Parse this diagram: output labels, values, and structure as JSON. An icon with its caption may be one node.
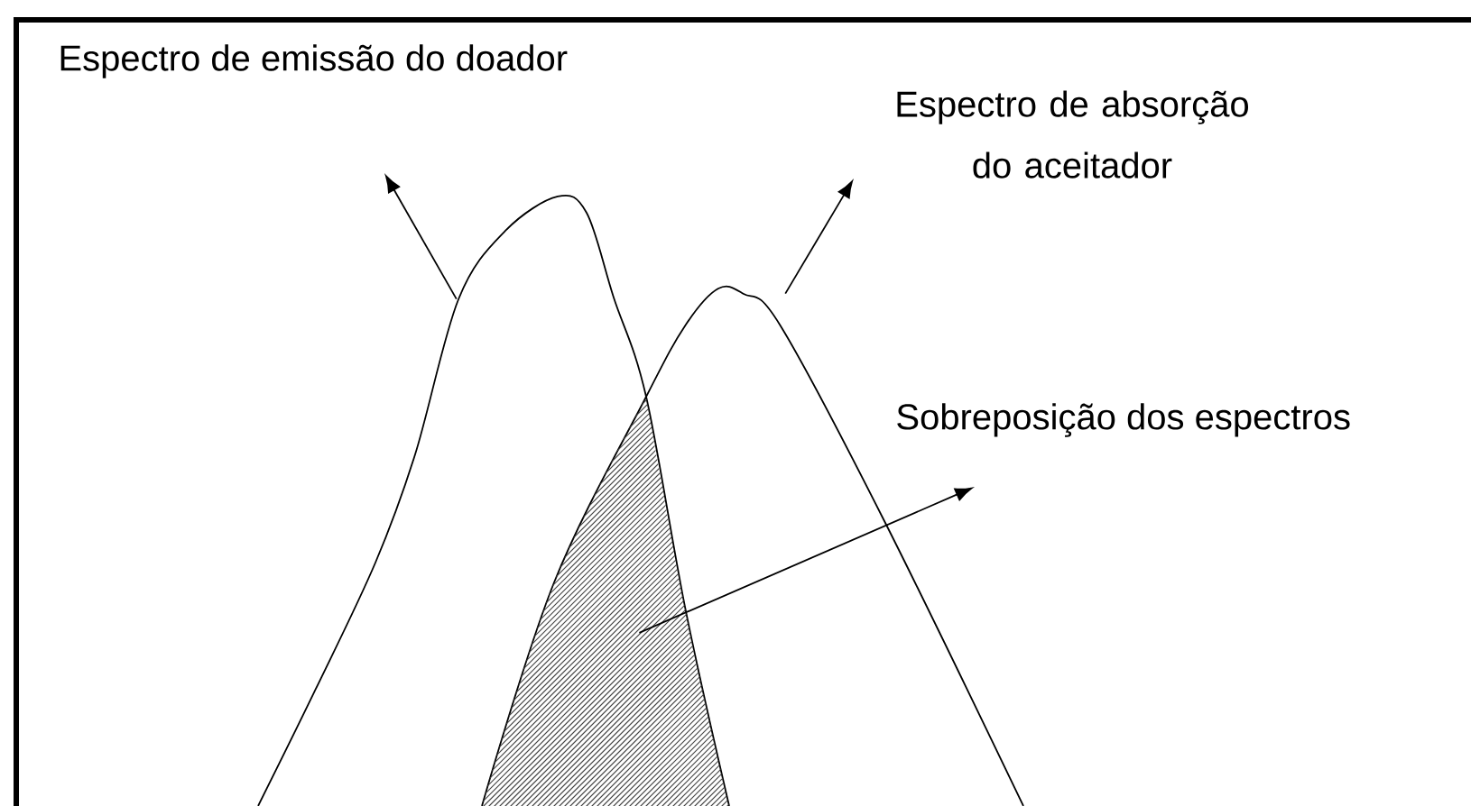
{
  "diagram": {
    "nodes": [
      {
        "text": [],
        "shape": "curve"
      },
      {
        "text": [],
        "shape": "curve"
      },
      {
        "text": [],
        "shape": "region"
      }
    ],
    "edges": [
      {
        "from": 0,
        "to": null,
        "arrow": "to"
      },
      {
        "from": 1,
        "to": null,
        "arrow": "to"
      },
      {
        "from": 2,
        "to": null,
        "arrow": "to"
      }
    ],
    "labels": [
      "Espectro de emissão do doador",
      "Espectro de absorção do aceitador",
      "Sobreposição dos espectros"
    ]
  }
}
